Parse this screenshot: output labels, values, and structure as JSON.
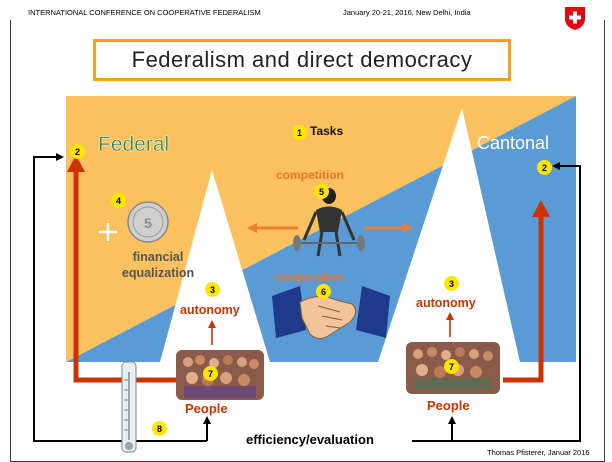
{
  "header": {
    "conference": "INTERNATIONAL CONFERENCE ON COOPERATIVE FEDERALISM",
    "date": "January 20-21, 2016, New Delhi, India"
  },
  "title": "Federalism and direct democracy",
  "labels": {
    "federal": "Federal",
    "cantonal": "Cantonal",
    "tasks": "Tasks",
    "competition": "competition",
    "cooperation": "cooperation",
    "financial_equalization": "financial equalization",
    "autonomy_left": "autonomy",
    "autonomy_right": "autonomy",
    "people_left": "People",
    "people_right": "People",
    "efficiency_evaluation": "efficiency/evaluation"
  },
  "badges": {
    "tasks": "1",
    "federal": "2",
    "cantonal": "2",
    "autonomy_left": "3",
    "autonomy_right": "3",
    "financial": "4",
    "competition": "5",
    "cooperation": "6",
    "people_left": "7",
    "people_right": "7",
    "thermometer": "8"
  },
  "footer": {
    "author": "Thomas Pfisterer, Januar 2016"
  },
  "colors": {
    "federal_bg": "#fbc15e",
    "cantonal_bg": "#5b9bd5",
    "arrow_red": "#cc3300",
    "arrow_orange": "#ed7d31",
    "title_border": "#f4a21c",
    "badge": "#ffe600"
  }
}
